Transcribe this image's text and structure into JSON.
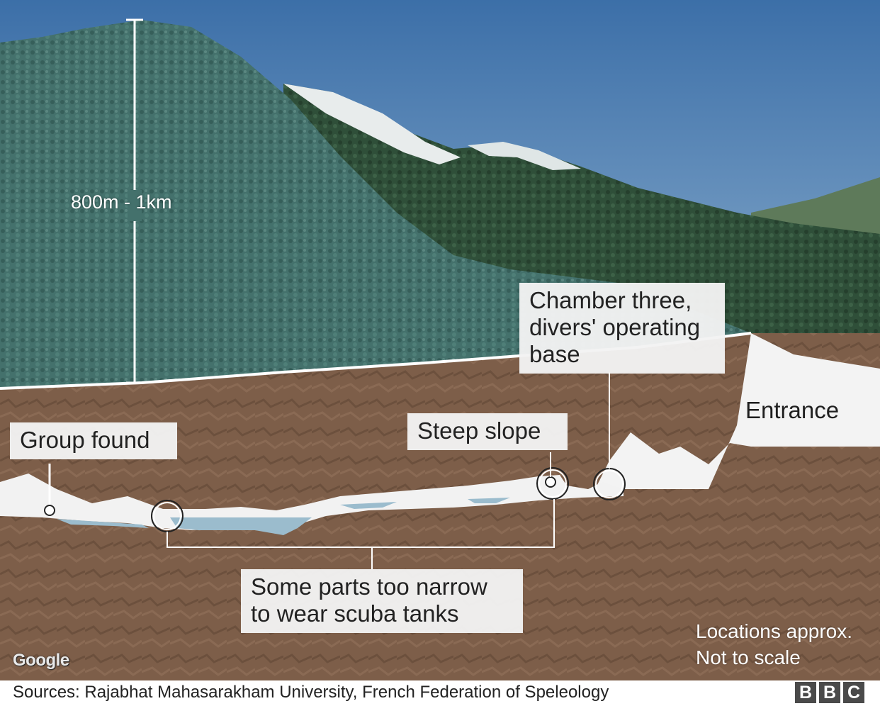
{
  "labels": {
    "height": "800m - 1km",
    "chamber": "Chamber three,\ndivers' operating\nbase",
    "entrance": "Entrance",
    "group_found": "Group found",
    "steep_slope": "Steep slope",
    "narrow_parts": "Some parts too narrow\nto wear scuba tanks",
    "scale_note": "Locations approx.\nNot to scale"
  },
  "footer": {
    "sources": "Sources: Rajabhat Mahasarakham University, French Federation of Speleology",
    "google": "Google",
    "bbc_letters": [
      "B",
      "B",
      "C"
    ]
  },
  "colors": {
    "sky": "#4e7fb6",
    "mountain_left": "#3f6a64",
    "mountain_right": "#2e4d36",
    "earth": "#7c5d48",
    "cave_air": "#f2f2f2",
    "water": "#9bbccd"
  }
}
